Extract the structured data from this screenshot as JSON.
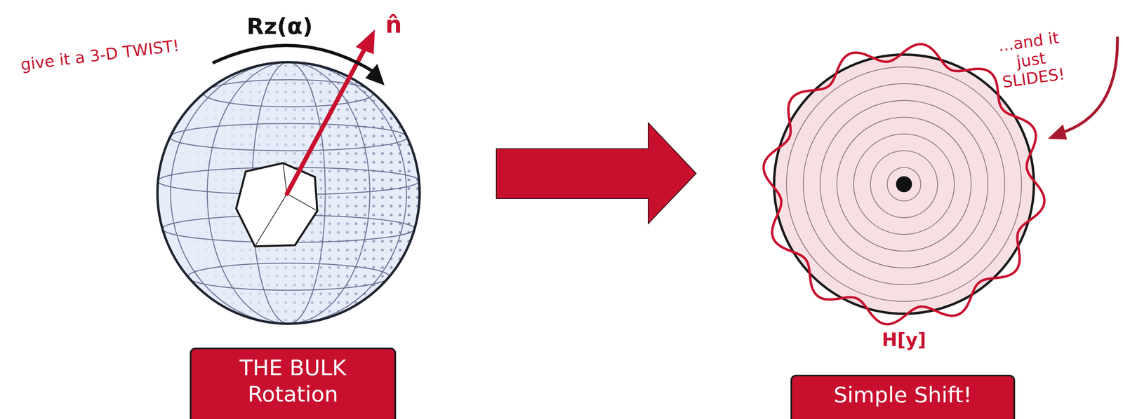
{
  "diagram": {
    "nodes": [
      {
        "text": [
          "THE BULK Rotation"
        ]
      },
      {
        "text": [
          "Simple Shift!"
        ]
      }
    ],
    "labels": [
      "give it a 3-D TWIST!",
      "Rz(α)",
      "n̂",
      "H[y]",
      "...and it just SLIDES!"
    ]
  }
}
